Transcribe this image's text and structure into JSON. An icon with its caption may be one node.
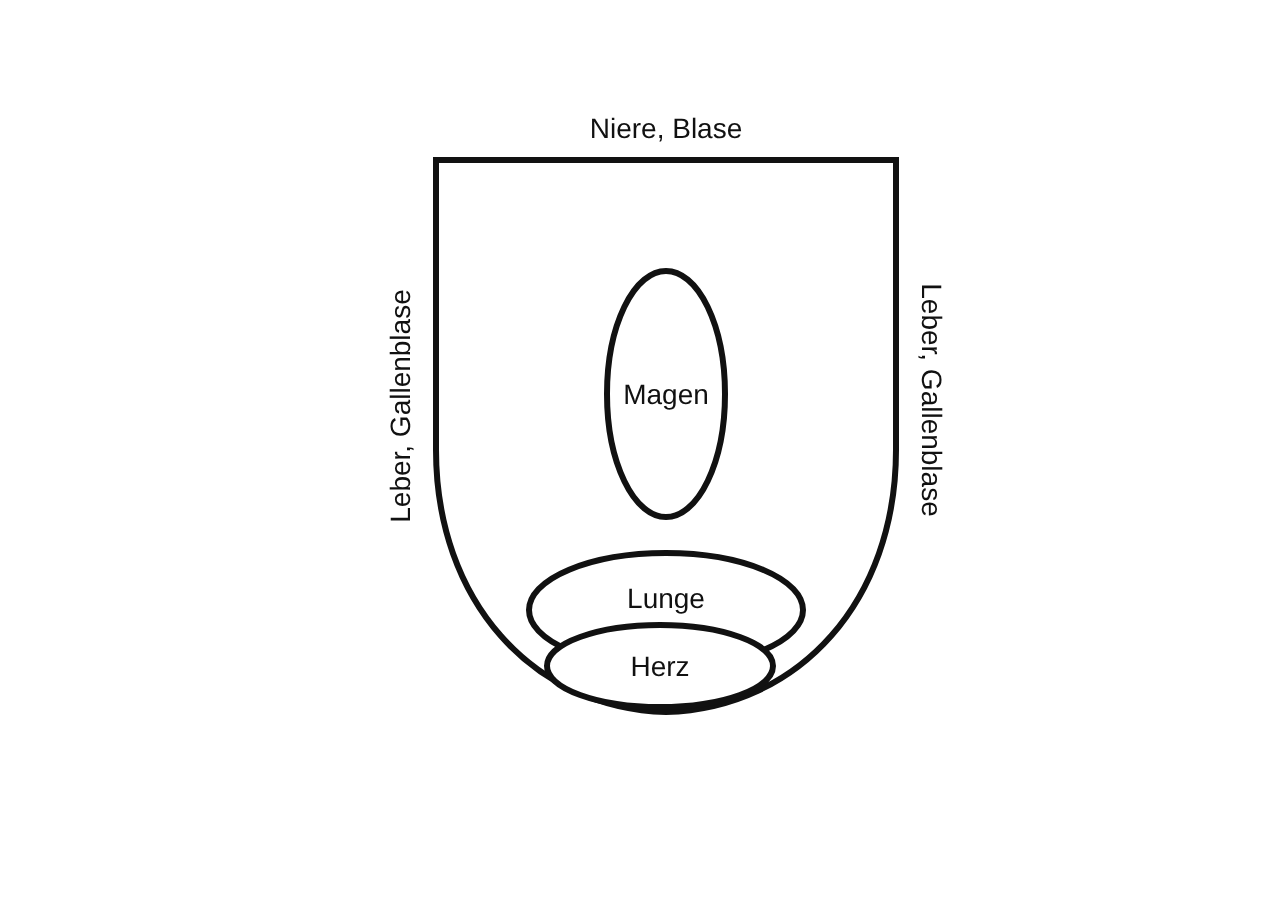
{
  "diagram": {
    "nodes": [
      {
        "text": [],
        "shape": "box",
        "beside": [
          "Niere, Blase",
          "Leber, Gallenblase",
          "Leber, Gallenblase"
        ]
      },
      {
        "text": [
          "Magen"
        ],
        "in": 0
      },
      {
        "text": [
          "Lunge"
        ],
        "in": 0
      },
      {
        "text": [
          "Herz"
        ],
        "in": 0
      }
    ]
  }
}
